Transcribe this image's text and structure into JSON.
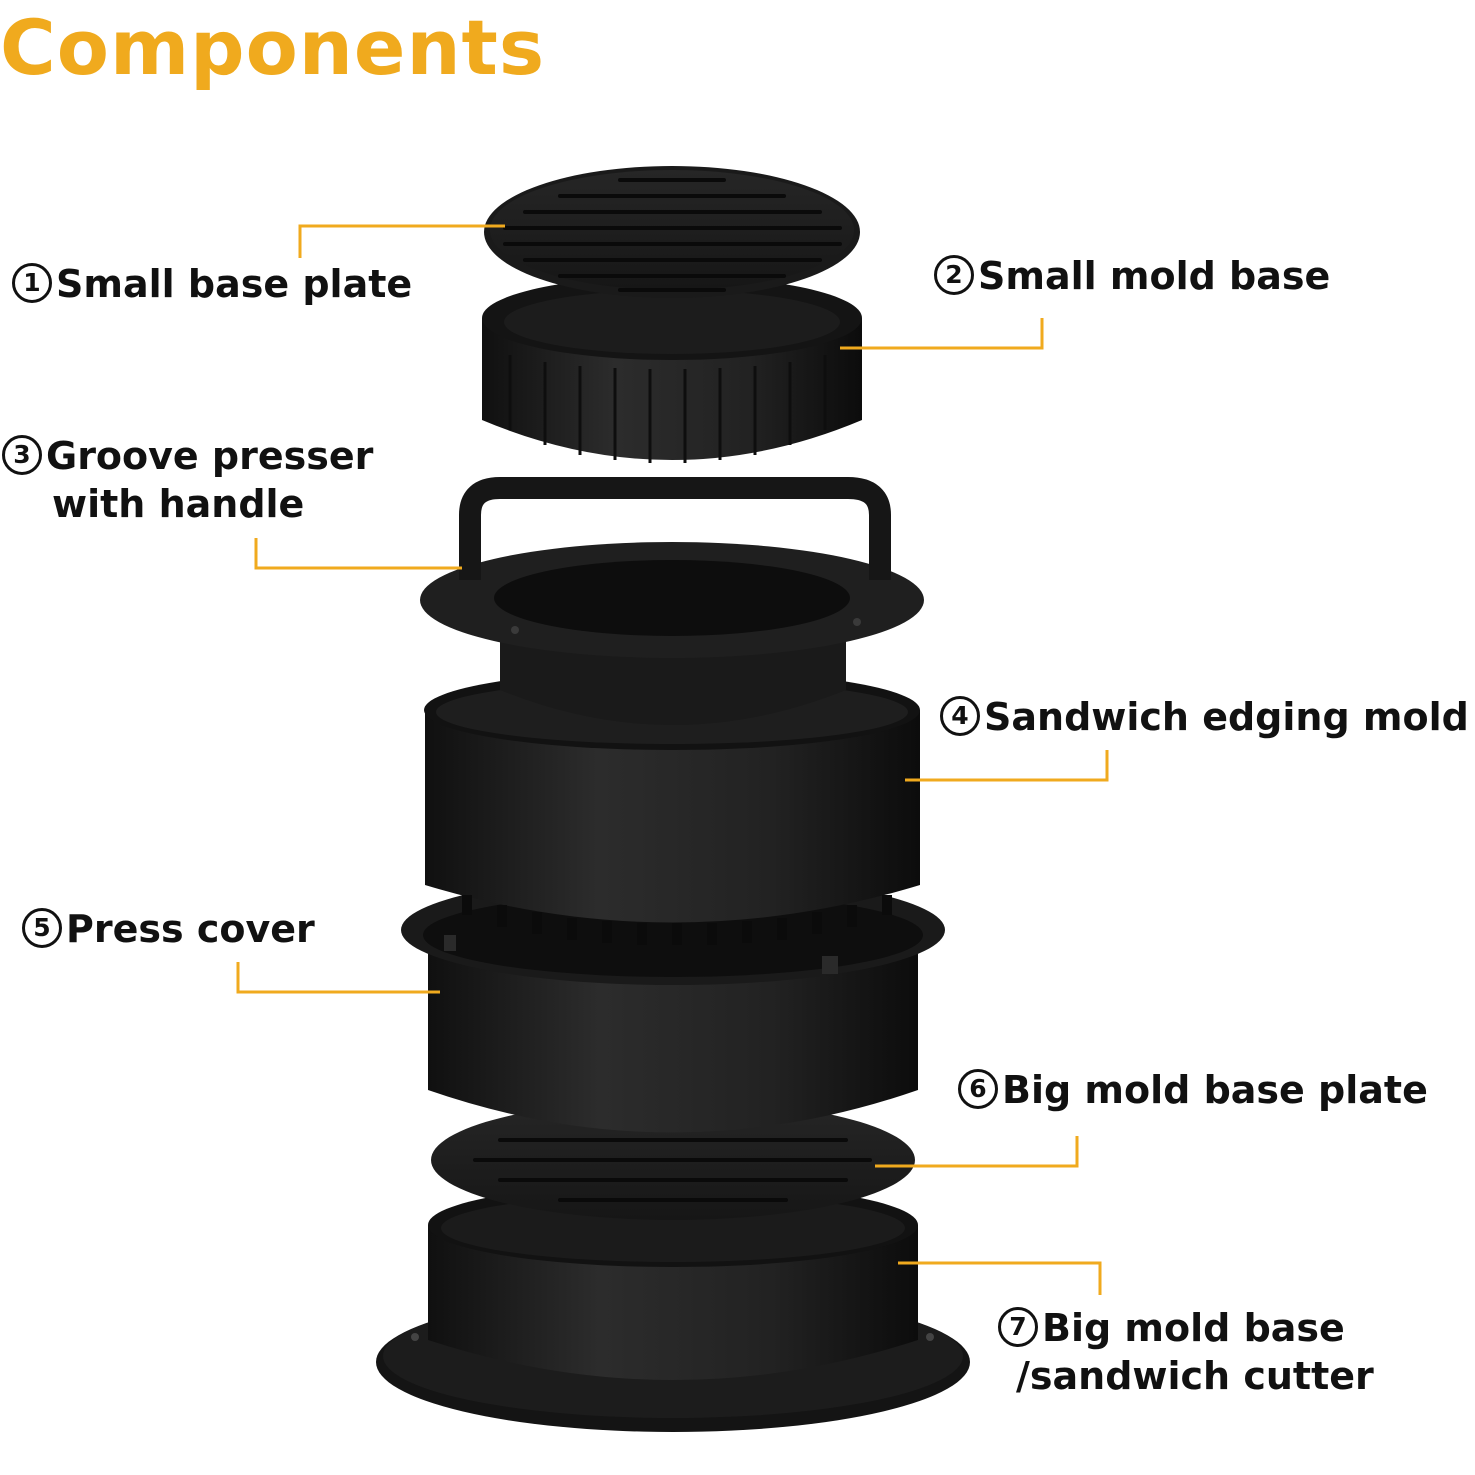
{
  "title": "Components",
  "accent_color": "#F0AA1E",
  "product_color": "#1e1e1e",
  "components": [
    {
      "number": "1",
      "name": "Small base plate"
    },
    {
      "number": "2",
      "name": "Small mold base"
    },
    {
      "number": "3",
      "name_line1": "Groove presser",
      "name_line2": "with handle"
    },
    {
      "number": "4",
      "name": "Sandwich edging mold"
    },
    {
      "number": "5",
      "name": "Press cover"
    },
    {
      "number": "6",
      "name": "Big mold base plate"
    },
    {
      "number": "7",
      "name_line1": "Big mold base",
      "name_line2": "/sandwich cutter"
    }
  ],
  "illustration": "stacked-burger-press-photo"
}
